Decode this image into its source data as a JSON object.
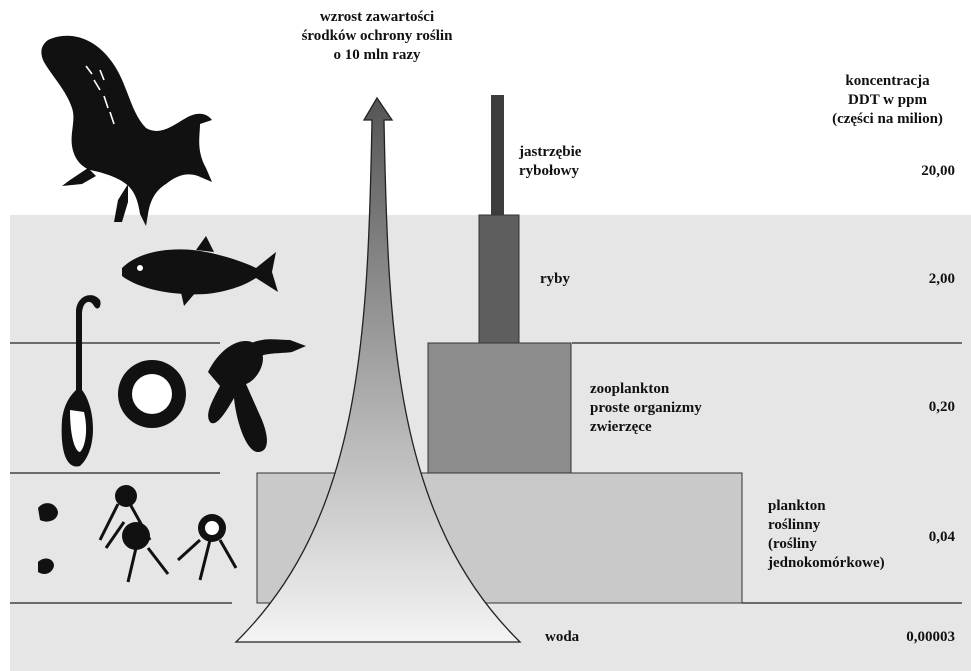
{
  "arrow_label": [
    "wzrost zawartości",
    "środków ochrony roślin",
    "o 10 mln razy"
  ],
  "concentration_header": [
    "koncentracja",
    "DDT w ppm",
    "(części na milion)"
  ],
  "levels": [
    {
      "name_lines": [
        "jastrzębie",
        "rybołowy"
      ],
      "value": "20,00",
      "icon": "bird-icon"
    },
    {
      "name_lines": [
        "ryby"
      ],
      "value": "2,00",
      "icon": "fish-icon"
    },
    {
      "name_lines": [
        "zooplankton",
        "proste organizmy",
        "zwierzęce"
      ],
      "value": "0,20",
      "icon": "zooplankton-icon"
    },
    {
      "name_lines": [
        "plankton",
        "roślinny",
        "(rośliny",
        "jednokomórkowe)"
      ],
      "value": "0,04",
      "icon": "phytoplankton-icon"
    },
    {
      "name_lines": [
        "woda"
      ],
      "value": "0,00003",
      "icon": ""
    }
  ],
  "colors": {
    "water_background": "#e6e6e6",
    "arrow_top": "#555555",
    "arrow_bottom": "#f4f4f4",
    "bar_hawks": "#3c3c3c",
    "bar_fish": "#5e5e5e",
    "bar_zooplankton": "#8c8c8c",
    "bar_phytoplankton": "#c9c9c9",
    "silhouette": "#111111"
  }
}
